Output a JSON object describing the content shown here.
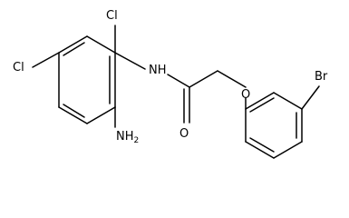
{
  "structure": {
    "atoms": {
      "cl_top": "Cl",
      "cl_left": "Cl",
      "nh": "NH",
      "nh2_main": "NH",
      "nh2_sub": "2",
      "carbonyl_o": "O",
      "ether_o": "O",
      "br": "Br"
    }
  },
  "colors": {
    "bond": "#000000",
    "text": "#000000",
    "background": "#ffffff"
  }
}
